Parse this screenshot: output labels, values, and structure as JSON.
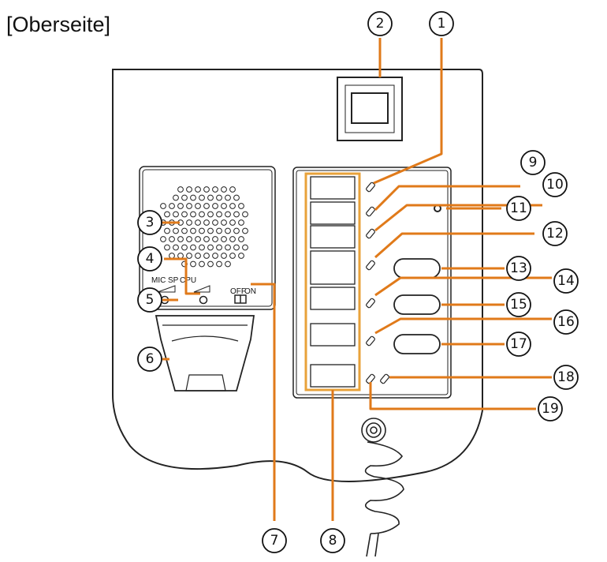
{
  "title": "[Oberseite]",
  "labels": {
    "mic": "MIC",
    "sp": "SP",
    "cpu": "CPU",
    "off": "OFF",
    "on": "ON"
  },
  "callouts": [
    "1",
    "2",
    "3",
    "4",
    "5",
    "6",
    "7",
    "8",
    "9",
    "10",
    "11",
    "12",
    "13",
    "14",
    "15",
    "16",
    "17",
    "18",
    "19"
  ],
  "colors": {
    "leader": "#e07a1a",
    "outline": "#222222",
    "key_frame": "#e8a23a"
  }
}
